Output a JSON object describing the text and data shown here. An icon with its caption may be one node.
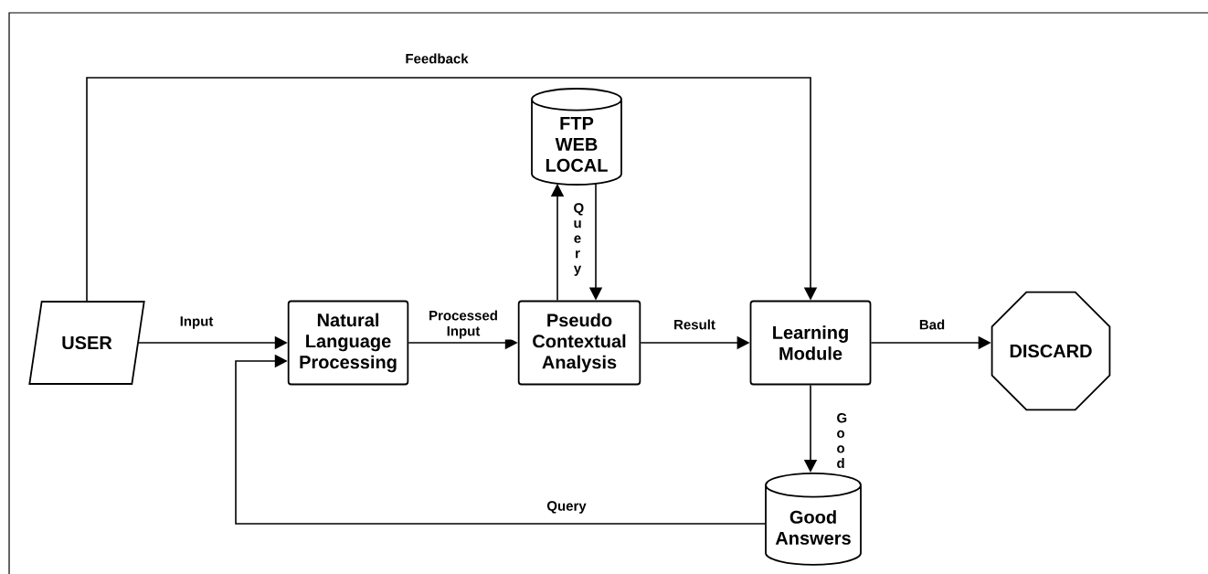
{
  "diagram": {
    "nodes": [
      {
        "text": [
          "USER"
        ]
      },
      {
        "text": [
          "Natural Language Processing"
        ]
      },
      {
        "text": [
          "Pseudo Contextual Analysis"
        ]
      },
      {
        "text": [
          "FTP WEB LOCAL"
        ]
      },
      {
        "text": [
          "Learning Module"
        ]
      },
      {
        "text": [
          "DISCARD"
        ]
      },
      {
        "text": [
          "Good Answers"
        ]
      }
    ],
    "edges": [
      {
        "from": 0,
        "to": 1,
        "arrow": "to",
        "label": "Input"
      },
      {
        "from": 1,
        "to": 2,
        "arrow": "to",
        "label": "Processed Input"
      },
      {
        "from": 2,
        "to": 3,
        "arrow": "to",
        "label": "Query"
      },
      {
        "from": 3,
        "to": 2,
        "arrow": "to"
      },
      {
        "from": 2,
        "to": 4,
        "arrow": "to",
        "label": "Result"
      },
      {
        "from": 4,
        "to": 5,
        "arrow": "to",
        "label": "Bad"
      },
      {
        "from": 4,
        "to": 6,
        "arrow": "to",
        "label": "Good"
      },
      {
        "from": 6,
        "to": 1,
        "arrow": "to",
        "label": "Query"
      },
      {
        "from": 0,
        "to": 4,
        "arrow": "to",
        "label": "Feedback"
      }
    ]
  }
}
